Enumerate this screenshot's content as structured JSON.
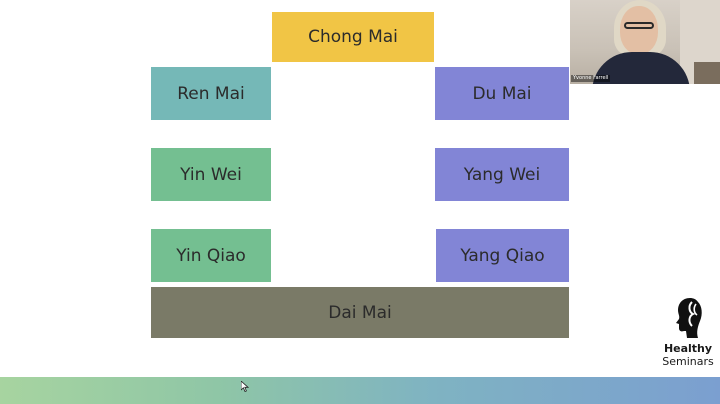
{
  "slide": {
    "boxes": {
      "chong_mai": {
        "label": "Chong Mai",
        "color": "#f1c545"
      },
      "ren_mai": {
        "label": "Ren Mai",
        "color": "#75b8b7"
      },
      "du_mai": {
        "label": "Du Mai",
        "color": "#8285d6"
      },
      "yin_wei": {
        "label": "Yin Wei",
        "color": "#74bf91"
      },
      "yang_wei": {
        "label": "Yang Wei",
        "color": "#8285d6"
      },
      "yin_qiao": {
        "label": "Yin Qiao",
        "color": "#74bf91"
      },
      "yang_qiao": {
        "label": "Yang Qiao",
        "color": "#8285d6"
      },
      "dai_mai": {
        "label": "Dai Mai",
        "color": "#7a7a67"
      }
    }
  },
  "video": {
    "participant_name": "Yvonne Farrell"
  },
  "logo": {
    "line1": "Healthy",
    "line2": "Seminars"
  },
  "cursor": {
    "icon": "mouse-pointer-icon"
  }
}
